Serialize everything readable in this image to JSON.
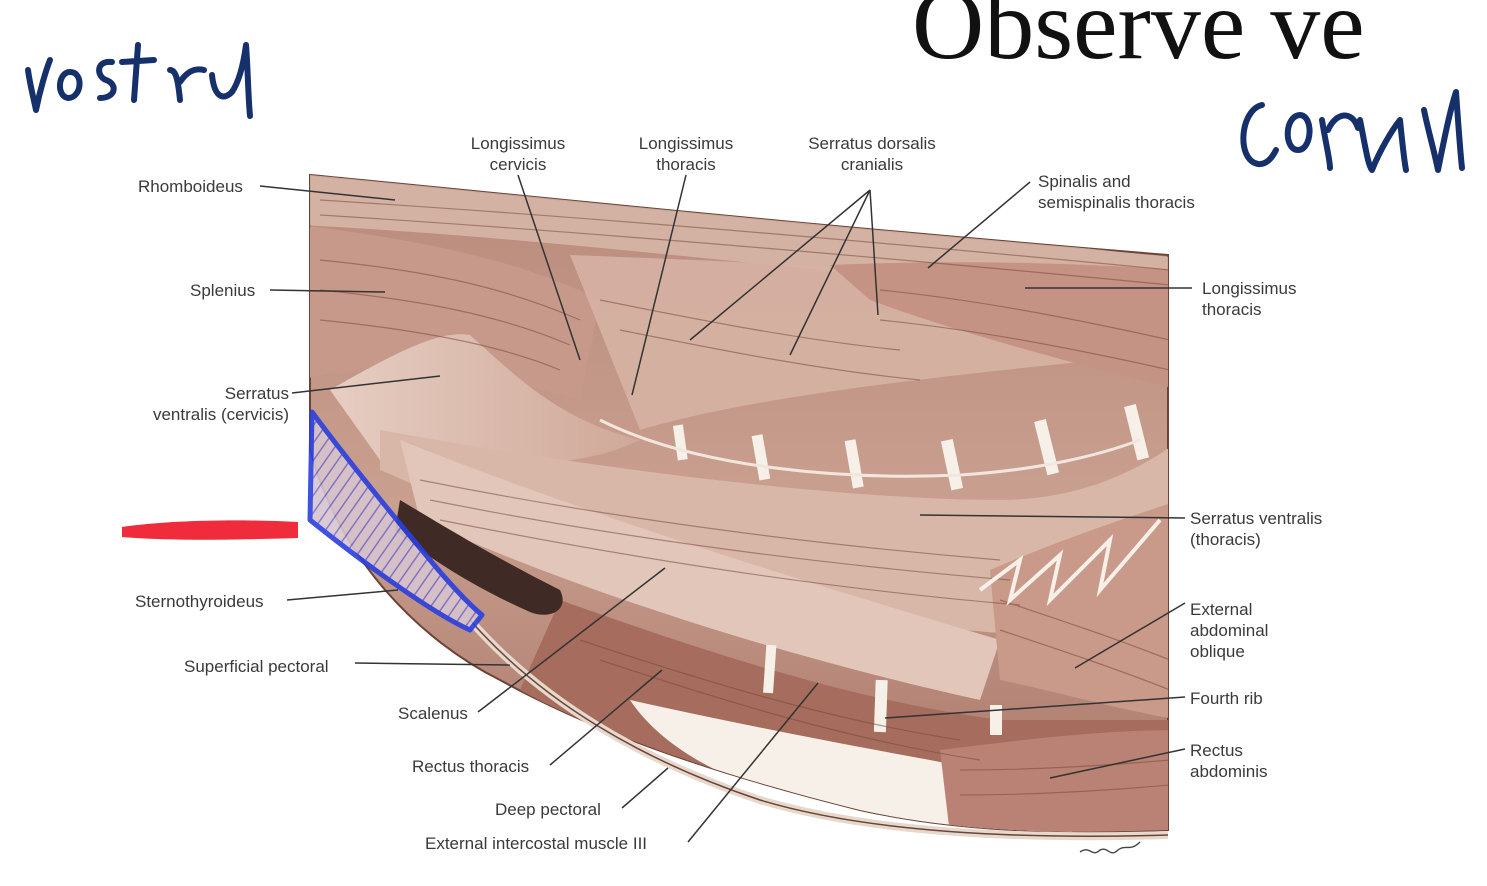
{
  "heading": "Observe ve",
  "annotations": {
    "left_handwriting": "rostral",
    "right_handwriting": "caudal",
    "highlight_color": "#2b3fe0",
    "marker_color": "#ef2b3c"
  },
  "labels": {
    "rhomboideus": "Rhomboideus",
    "longissimus_cervicis_1": "Longissimus",
    "longissimus_cervicis_2": "cervicis",
    "longissimus_thoracis_top_1": "Longissimus",
    "longissimus_thoracis_top_2": "thoracis",
    "serratus_dorsalis_1": "Serratus dorsalis",
    "serratus_dorsalis_2": "cranialis",
    "spinalis_1": "Spinalis and",
    "spinalis_2": "semispinalis thoracis",
    "splenius": "Splenius",
    "longissimus_thoracis_right_1": "Longissimus",
    "longissimus_thoracis_right_2": "thoracis",
    "serratus_ventralis_cervicis_1": "Serratus",
    "serratus_ventralis_cervicis_2": "ventralis (cervicis)",
    "serratus_ventralis_thoracis_1": "Serratus ventralis",
    "serratus_ventralis_thoracis_2": "(thoracis)",
    "sternothyroideus": "Sternothyroideus",
    "external_oblique_1": "External",
    "external_oblique_2": "abdominal",
    "external_oblique_3": "oblique",
    "superficial_pectoral": "Superficial pectoral",
    "fourth_rib": "Fourth rib",
    "scalenus": "Scalenus",
    "rectus_abdominis_1": "Rectus",
    "rectus_abdominis_2": "abdominis",
    "rectus_thoracis": "Rectus thoracis",
    "deep_pectoral": "Deep pectoral",
    "external_intercostal": "External intercostal muscle III"
  },
  "colors": {
    "muscle_base": "#c99f8f",
    "muscle_dark": "#8a5a4c",
    "muscle_light": "#e6cdc2",
    "tendon": "#f6f0e8",
    "leader_line": "#333333"
  }
}
